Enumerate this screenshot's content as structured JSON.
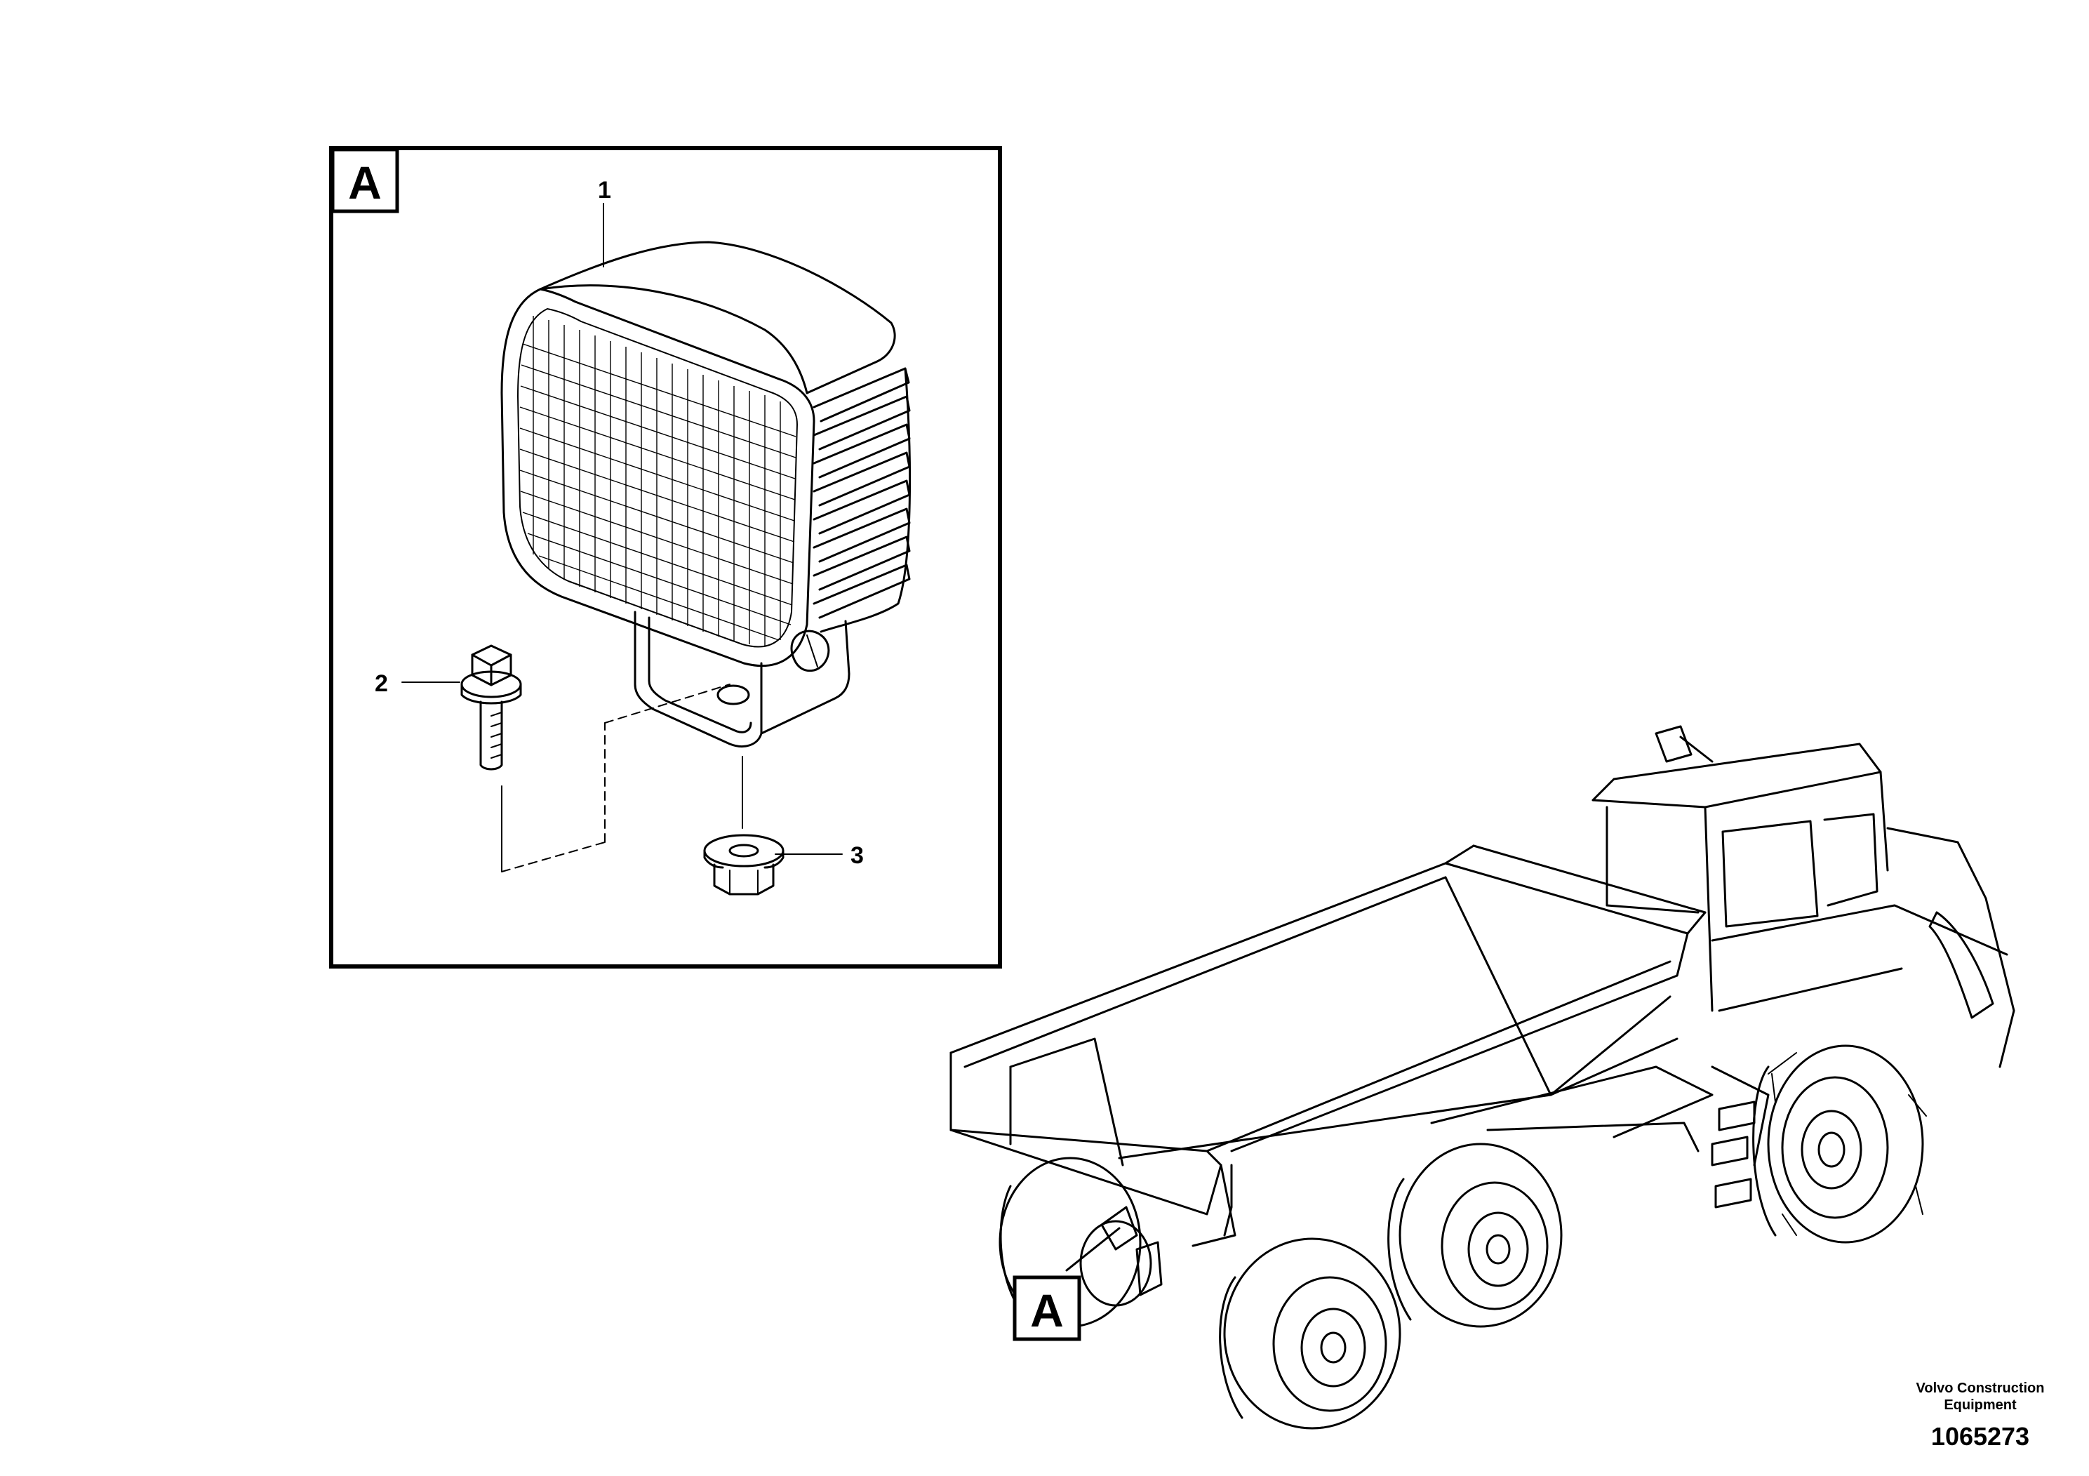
{
  "detail_view": {
    "label": "A",
    "callouts": [
      {
        "number": "1",
        "part": "work-lamp"
      },
      {
        "number": "2",
        "part": "flange-bolt"
      },
      {
        "number": "3",
        "part": "flange-nut"
      }
    ]
  },
  "machine_view": {
    "location_label": "A"
  },
  "footer": {
    "publisher_line1": "Volvo Construction",
    "publisher_line2": "Equipment",
    "illustration_number": "1065273"
  }
}
